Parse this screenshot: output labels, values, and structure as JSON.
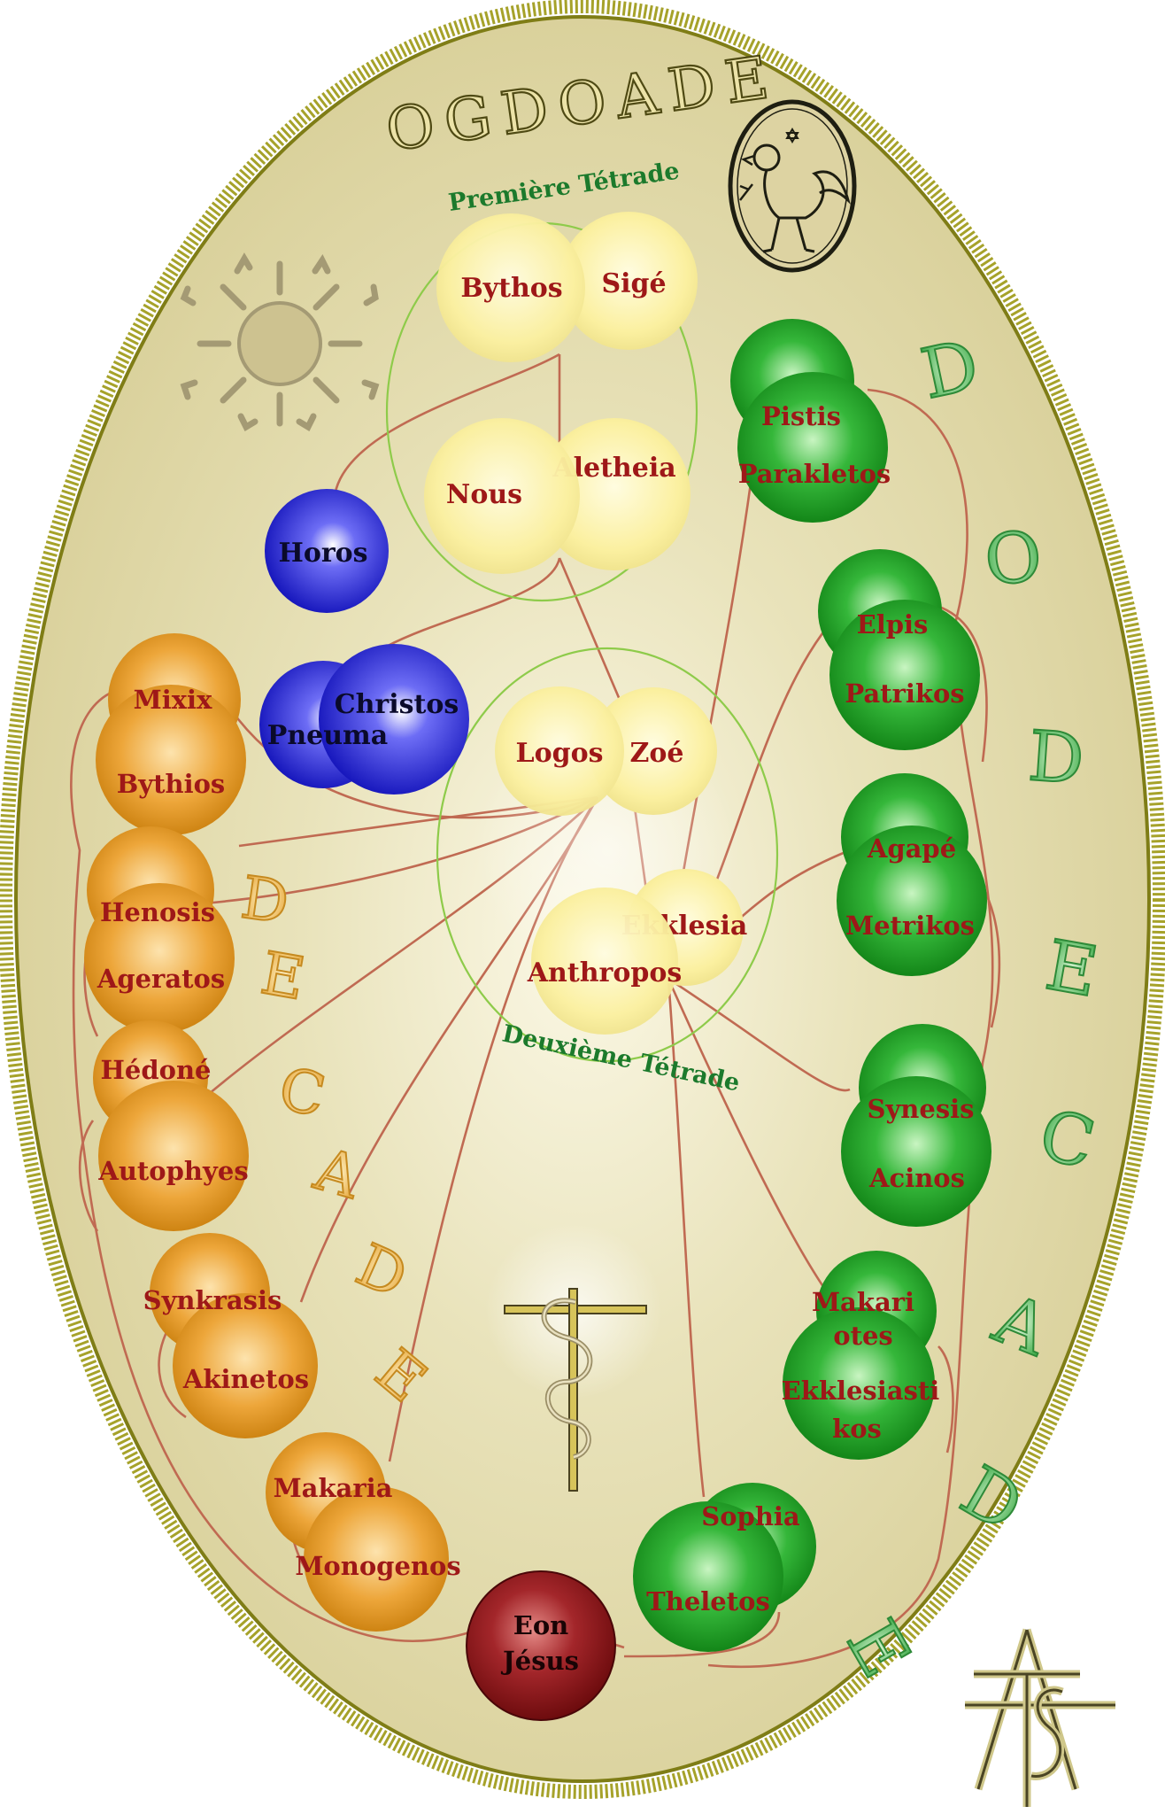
{
  "title": "OGDOADE",
  "labels": {
    "premiere_tetrade": "Première Tétrade",
    "deuxieme_tetrade": "Deuxième Tétrade",
    "dodecade_letters": [
      "D",
      "O",
      "D",
      "E",
      "C",
      "A",
      "D",
      "E"
    ],
    "decade_letters": [
      "D",
      "E",
      "C",
      "A",
      "D",
      "E"
    ]
  },
  "colors": {
    "background": "#e6dfb0",
    "border": "#8f8d1c",
    "yellow": "#fff3a8",
    "blue": "#1a1ad6",
    "orange": "#e59a16",
    "green": "#15a018",
    "red": "#8c0f12",
    "text_red": "#9e1818",
    "text_green": "#1c7a2c",
    "line": "#c06a52"
  },
  "aeons": {
    "bythos": "Bythos",
    "sige": "Sigé",
    "nous": "Nous",
    "aletheia": "Aletheia",
    "horos": "Horos",
    "christos": "Christos",
    "pneuma": "Pneuma",
    "logos": "Logos",
    "zoe": "Zoé",
    "ekklesia": "Ekklesia",
    "anthropos": "Anthropos",
    "mixix": "Mixix",
    "bythios": "Bythios",
    "henosis": "Henosis",
    "ageratos": "Ageratos",
    "hedone": "Hédoné",
    "autophyes": "Autophyes",
    "synkrasis": "Synkrasis",
    "akinetos": "Akinetos",
    "makaria": "Makaria",
    "monogenos": "Monogenos",
    "pistis": "Pistis",
    "parakletos": "Parakletos",
    "elpis": "Elpis",
    "patrikos": "Patrikos",
    "agape": "Agapé",
    "metrikos": "Metrikos",
    "synesis": "Synesis",
    "acinos": "Acinos",
    "makariotes_1": "Makari",
    "makariotes_2": "otes",
    "ekklesiastikos_1": "Ekklesiasti",
    "ekklesiastikos_2": "kos",
    "sophia": "Sophia",
    "theletos": "Theletos",
    "eon_1": "Eon",
    "eon_2": "Jésus"
  },
  "icons": [
    "sun-icon",
    "abraxas-seal-icon",
    "caduceus-cross-icon",
    "monogram-icon"
  ]
}
